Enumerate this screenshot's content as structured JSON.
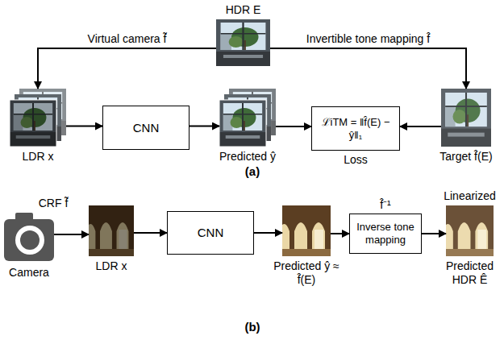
{
  "diagram": {
    "nodes": [
      {
        "text": [
          "HDR E"
        ]
      },
      {
        "text": [
          "LDR x"
        ]
      },
      {
        "text": [
          "CNN"
        ]
      },
      {
        "text": [
          "Predicted ŷ"
        ]
      },
      {
        "text": [
          "ℒiTM = ‖f̂(E) − ŷ‖₁",
          "Loss"
        ]
      },
      {
        "text": [
          "Target f̂(E)"
        ]
      },
      {
        "text": [
          "CRF f̃",
          "Camera"
        ]
      },
      {
        "text": [
          "LDR x"
        ]
      },
      {
        "text": [
          "CNN"
        ]
      },
      {
        "text": [
          "Predicted ŷ ≈ f̂(E)"
        ]
      },
      {
        "text": [
          "Inverse tone mapping",
          "f̂⁻¹"
        ]
      },
      {
        "text": [
          "Linearized",
          "Predicted HDR Ê"
        ]
      }
    ],
    "edges": [
      {
        "from": 0,
        "to": 1,
        "arrow": "to",
        "label": "Virtual camera f̃"
      },
      {
        "from": 0,
        "to": 5,
        "arrow": "to",
        "label": "Invertible tone mapping f̂"
      },
      {
        "from": 1,
        "to": 2,
        "arrow": "to"
      },
      {
        "from": 2,
        "to": 3,
        "arrow": "to"
      },
      {
        "from": 3,
        "to": 4,
        "arrow": "to"
      },
      {
        "from": 5,
        "to": 4,
        "arrow": "to"
      },
      {
        "from": 6,
        "to": 7,
        "arrow": "to"
      },
      {
        "from": 7,
        "to": 8,
        "arrow": "to"
      },
      {
        "from": 8,
        "to": 9,
        "arrow": "to"
      },
      {
        "from": 9,
        "to": 10,
        "arrow": "to"
      },
      {
        "from": 10,
        "to": 11,
        "arrow": "to"
      }
    ],
    "labels": [
      "(a)",
      "(b)"
    ]
  }
}
